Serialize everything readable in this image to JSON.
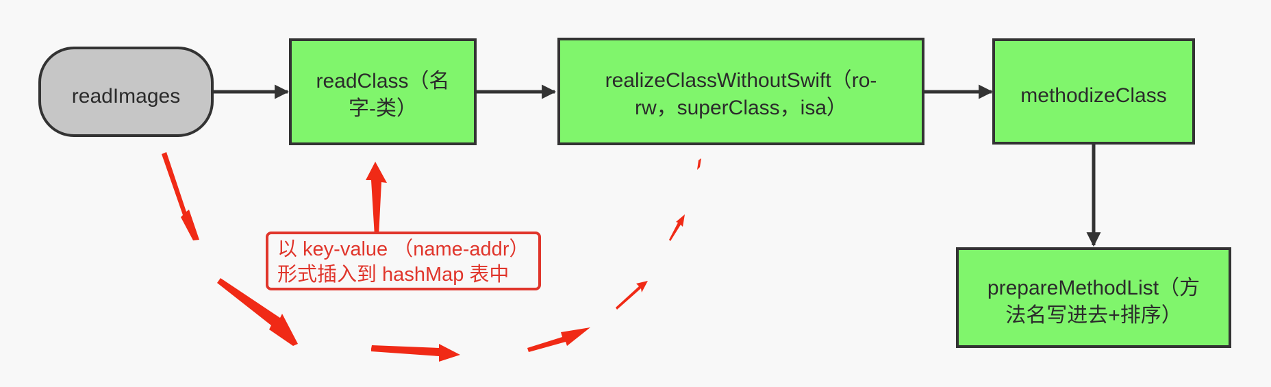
{
  "nodes": {
    "read_images": {
      "label": "readImages"
    },
    "read_class": {
      "lines": [
        "readClass（名",
        "字-类）"
      ]
    },
    "realize_class": {
      "lines": [
        "realizeClassWithoutSwift（ro-",
        "rw，superClass，isa）"
      ]
    },
    "methodize_class": {
      "label": "methodizeClass"
    },
    "prepare_method_list": {
      "lines": [
        "prepareMethodList（方",
        "法名写进去+排序）"
      ]
    }
  },
  "annotation": {
    "lines": [
      "以 key-value （name-addr）",
      "形式插入到 hashMap 表中"
    ]
  },
  "colors": {
    "terminal_fill": "#c6c6c6",
    "process_fill": "#80f56c",
    "stroke": "#333333",
    "highlight_red": "#f02a16",
    "annotation_border": "#e0352b",
    "background": "#f8f8f8"
  }
}
